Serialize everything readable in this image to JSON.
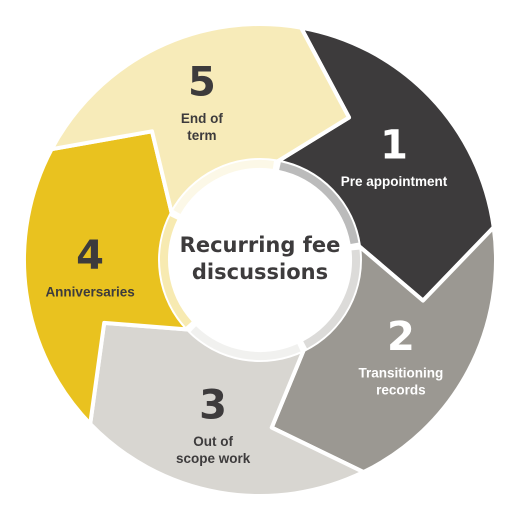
{
  "center": {
    "title_line1": "Recurring fee",
    "title_line2": "discussions"
  },
  "segments": [
    {
      "number": "1",
      "label_lines": [
        "Pre appointment"
      ],
      "color": "#3d3b3c",
      "text_color": "#ffffff"
    },
    {
      "number": "2",
      "label_lines": [
        "Transitioning",
        "records"
      ],
      "color": "#9b9892",
      "text_color": "#ffffff"
    },
    {
      "number": "3",
      "label_lines": [
        "Out of",
        "scope work"
      ],
      "color": "#d8d6d1",
      "text_color": "#3d3b3c"
    },
    {
      "number": "4",
      "label_lines": [
        "Anniversaries"
      ],
      "color": "#e9c21f",
      "text_color": "#3d3b3c"
    },
    {
      "number": "5",
      "label_lines": [
        "End of",
        "term"
      ],
      "color": "#f7ebb9",
      "text_color": "#3d3b3c"
    }
  ]
}
